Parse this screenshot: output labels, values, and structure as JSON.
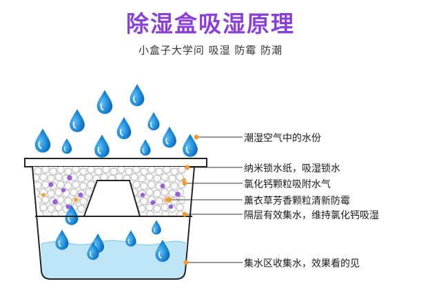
{
  "title": "除湿盒吸湿原理",
  "subtitle": "小盒子大学问 吸湿 防霉 防潮",
  "labels": [
    "潮湿空气中的水份",
    "纳米锁水纸，吸湿锁水",
    "氯化钙颗粒吸附水气",
    "薰衣草芳香颗粒清新防霉",
    "隔层有效集水，维持氯化钙吸湿",
    "集水区收集水，效果看的见"
  ],
  "colors": {
    "title": "#8b3fd9",
    "drop": "#1a86d6",
    "water": "#bfe6f7",
    "purple_granule": "#9a5fd8",
    "orange_granule": "#f2a43a",
    "leader_dot": "#f29a2e"
  }
}
